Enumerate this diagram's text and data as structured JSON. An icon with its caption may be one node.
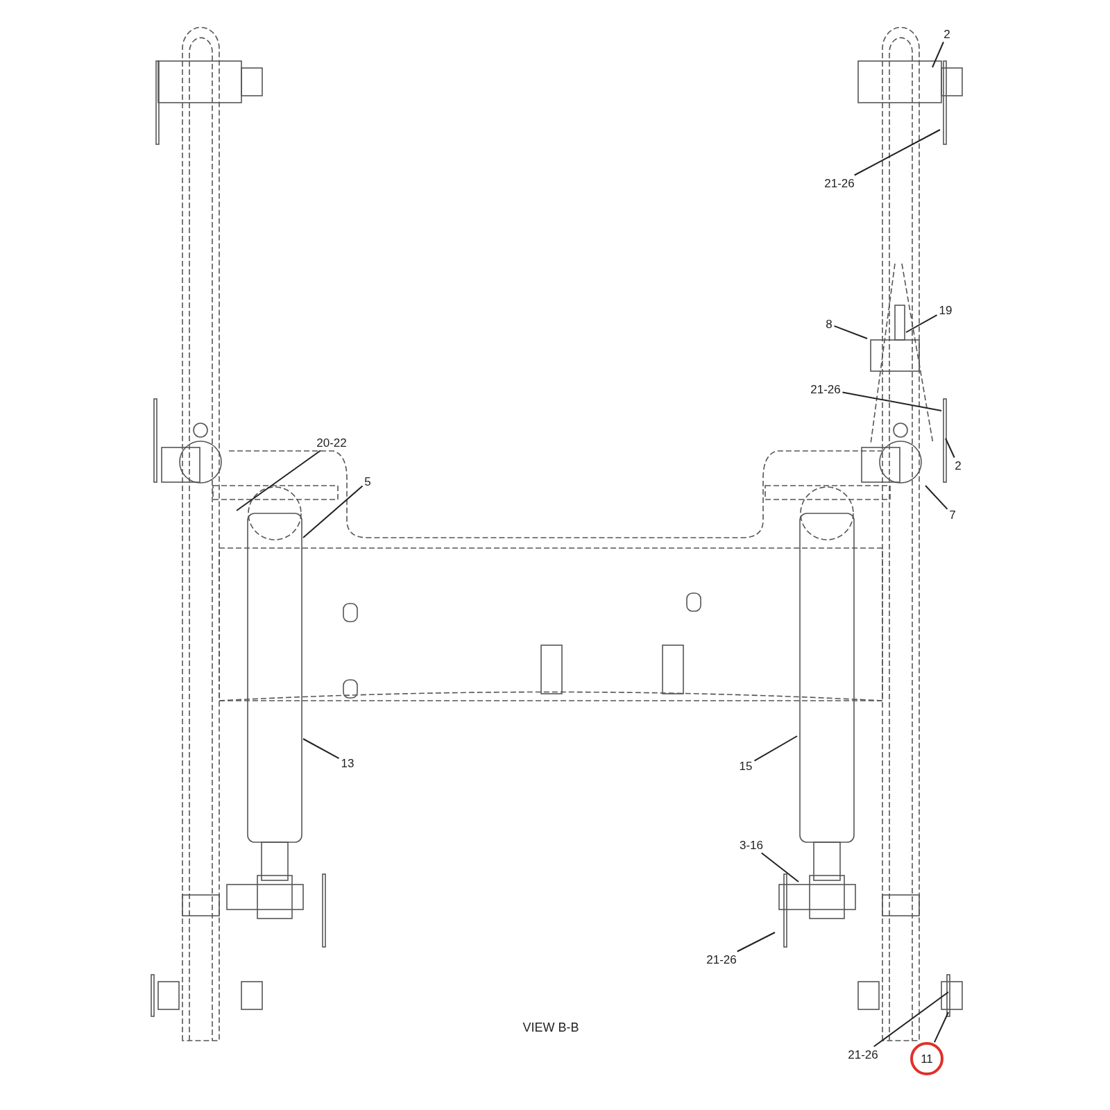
{
  "diagram": {
    "nodes": [
      {
        "text": [
          "2"
        ]
      },
      {
        "text": [
          "21-26"
        ]
      },
      {
        "text": [
          "19"
        ]
      },
      {
        "text": [
          "8"
        ]
      },
      {
        "text": [
          "21-26"
        ]
      },
      {
        "text": [
          "20-22"
        ]
      },
      {
        "text": [
          "2"
        ]
      },
      {
        "text": [
          "5"
        ]
      },
      {
        "text": [
          "7"
        ]
      },
      {
        "text": [
          "13"
        ]
      },
      {
        "text": [
          "15"
        ]
      },
      {
        "text": [
          "3-16"
        ]
      },
      {
        "text": [
          "21-26"
        ]
      },
      {
        "text": [
          "21-26"
        ]
      },
      {
        "text": [
          "11"
        ]
      }
    ],
    "edges": [
      {
        "from": 0,
        "to": null,
        "arrow": "none"
      },
      {
        "from": 1,
        "to": null,
        "arrow": "none"
      },
      {
        "from": 2,
        "to": null,
        "arrow": "none"
      },
      {
        "from": 3,
        "to": null,
        "arrow": "none"
      },
      {
        "from": 4,
        "to": null,
        "arrow": "none"
      },
      {
        "from": 5,
        "to": null,
        "arrow": "none"
      },
      {
        "from": 6,
        "to": null,
        "arrow": "none"
      },
      {
        "from": 7,
        "to": null,
        "arrow": "none"
      },
      {
        "from": 8,
        "to": null,
        "arrow": "none"
      },
      {
        "from": 9,
        "to": null,
        "arrow": "none"
      },
      {
        "from": 10,
        "to": null,
        "arrow": "none"
      },
      {
        "from": 11,
        "to": null,
        "arrow": "none"
      },
      {
        "from": 12,
        "to": null,
        "arrow": "none"
      },
      {
        "from": 13,
        "to": null,
        "arrow": "none"
      },
      {
        "from": 14,
        "to": null,
        "arrow": "none"
      }
    ],
    "labels": [
      "VIEW B-B"
    ]
  }
}
